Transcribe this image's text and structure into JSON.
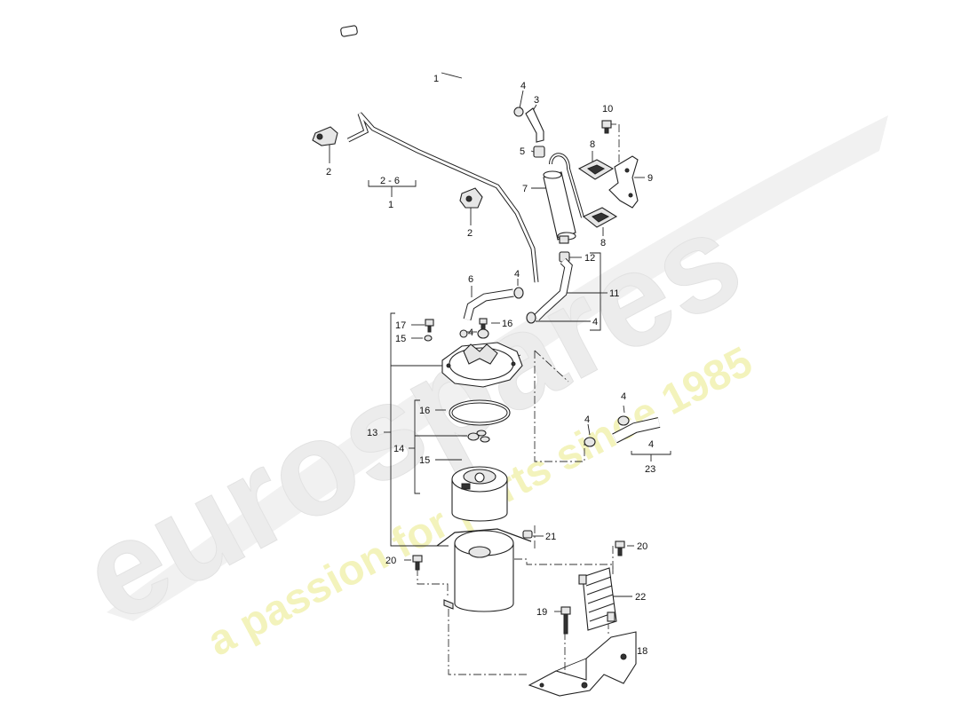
{
  "watermark": {
    "brand": "eurospares",
    "tagline": "a passion for parts since 1985",
    "brand_color": "#e9e9e9",
    "tagline_color": "#f2f2b0"
  },
  "callouts": [
    {
      "id": "c1a",
      "text": "1"
    },
    {
      "id": "c2a",
      "text": "2"
    },
    {
      "id": "c2b",
      "text": "2"
    },
    {
      "id": "c26",
      "text": "2 - 6"
    },
    {
      "id": "c1b",
      "text": "1"
    },
    {
      "id": "c3",
      "text": "3"
    },
    {
      "id": "c4a",
      "text": "4"
    },
    {
      "id": "c5",
      "text": "5"
    },
    {
      "id": "c7",
      "text": "7"
    },
    {
      "id": "c8a",
      "text": "8"
    },
    {
      "id": "c8b",
      "text": "8"
    },
    {
      "id": "c9",
      "text": "9"
    },
    {
      "id": "c10",
      "text": "10"
    },
    {
      "id": "c12",
      "text": "12"
    },
    {
      "id": "c11",
      "text": "11"
    },
    {
      "id": "c6",
      "text": "6"
    },
    {
      "id": "c4b",
      "text": "4"
    },
    {
      "id": "c4c",
      "text": "4"
    },
    {
      "id": "c4d",
      "text": "4"
    },
    {
      "id": "c17",
      "text": "17"
    },
    {
      "id": "c16a",
      "text": "16"
    },
    {
      "id": "c15a",
      "text": "15"
    },
    {
      "id": "c16b",
      "text": "16"
    },
    {
      "id": "c13",
      "text": "13"
    },
    {
      "id": "c14",
      "text": "14"
    },
    {
      "id": "c15b",
      "text": "15"
    },
    {
      "id": "c4e",
      "text": "4"
    },
    {
      "id": "c4f",
      "text": "4"
    },
    {
      "id": "c4g",
      "text": "4"
    },
    {
      "id": "c23",
      "text": "23"
    },
    {
      "id": "c21",
      "text": "21"
    },
    {
      "id": "c20a",
      "text": "20"
    },
    {
      "id": "c20b",
      "text": "20"
    },
    {
      "id": "c22",
      "text": "22"
    },
    {
      "id": "c19",
      "text": "19"
    },
    {
      "id": "c18",
      "text": "18"
    }
  ]
}
